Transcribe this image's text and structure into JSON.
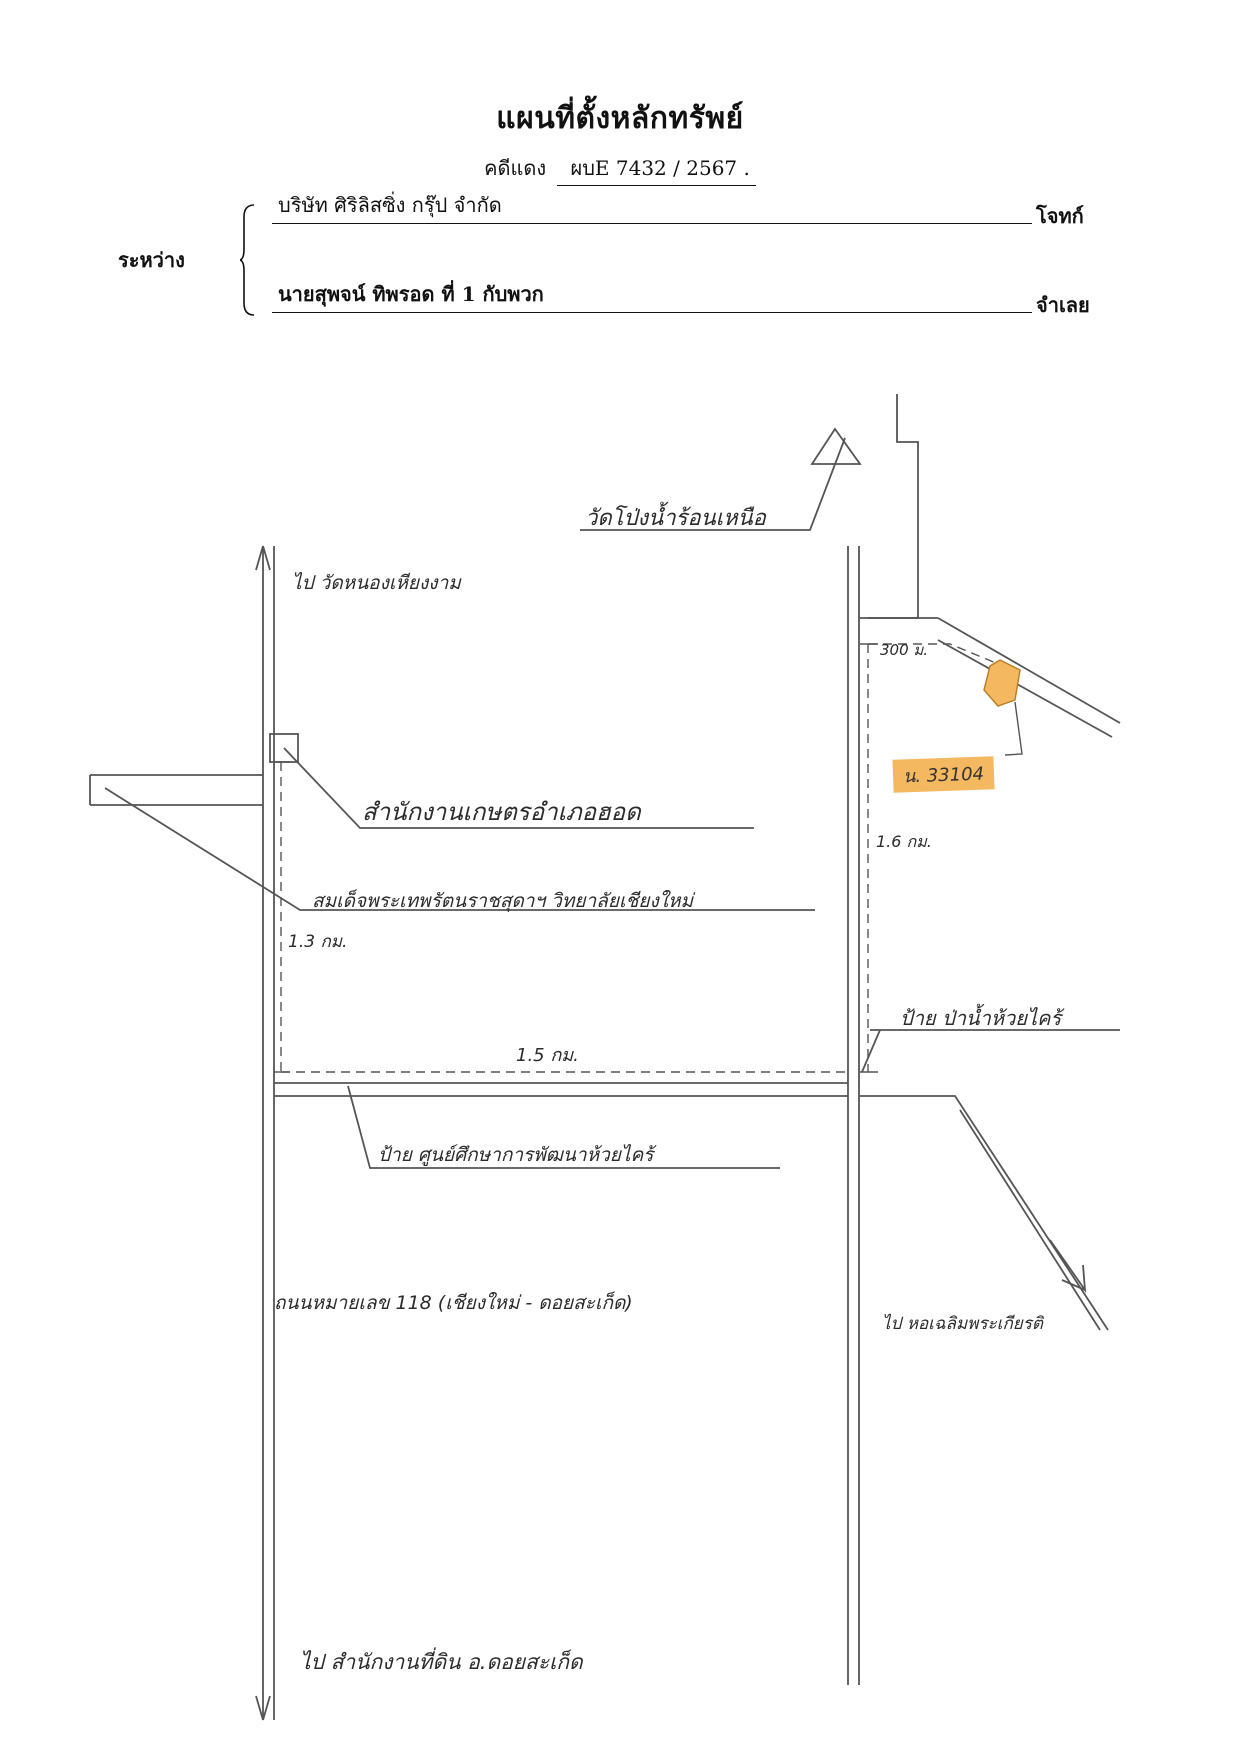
{
  "title": "แผนที่ตั้งหลักทรัพย์",
  "case": {
    "label": "คดีแดง",
    "number": "ผบE 7432 / 2567 ."
  },
  "between_label": "ระหว่าง",
  "plaintiff": {
    "name": "บริษัท ศิริลิสซิ่ง กรุ๊ป จำกัด",
    "role": "โจทก์"
  },
  "defendant": {
    "name": "นายสุพจน์  ทิพรอด  ที่ 1 กับพวก",
    "role": "จำเลย"
  },
  "map": {
    "labels": {
      "to_top": "วัดโป่งน้ำร้อนเหนือ",
      "to_left_road": "ไป วัดหนองเหียงงาม",
      "office": "สำนักงานเกษตรอำเภอฮอด",
      "hospital": "สมเด็จพระเทพรัตนราชสุดาฯ วิทยาลัยเชียงใหม่",
      "dist_13": "1.3 กม.",
      "dist_15": "1.5 กม.",
      "dist_16": "1.6 กม.",
      "dist_300": "300 ม.",
      "plot": "น. 33104",
      "sign_right": "ป้าย ป่าน้ำห้วยไคร้",
      "sign_bottom": "ป้าย ศูนย์ศึกษาการพัฒนาห้วยไคร้",
      "highway": "ถนนหมายเลข 118 (เชียงใหม่ - ดอยสะเก็ด)",
      "to_br": "ไป หอเฉลิมพระเกียรติ",
      "to_bottom": "ไป สำนักงานที่ดิน อ.ดอยสะเก็ด"
    },
    "colors": {
      "plot_highlight": "#f4b860",
      "roads": "#555555"
    }
  }
}
